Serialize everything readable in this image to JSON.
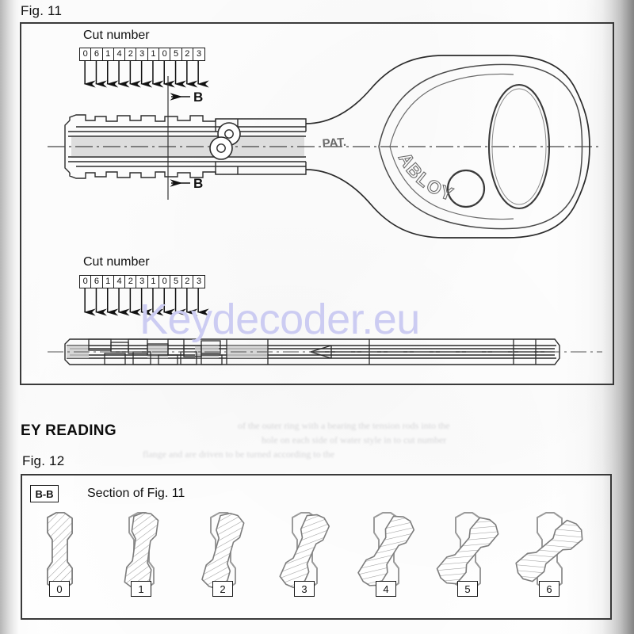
{
  "document": {
    "page_background": "#ffffff",
    "watermark_text": "Keydecoder.eu",
    "watermark_color": "#ccccf2",
    "ghost_text_line1": "of the outer ring with a bearing the tension rods into the",
    "ghost_text_line2": "hole on each side of water style in to cut number",
    "ghost_text_line3": "flange and are driven to be turned according to the"
  },
  "fig11": {
    "label": "Fig. 11",
    "cut_number_title_top": "Cut number",
    "cut_number_title_bottom": "Cut number",
    "cut_numbers": [
      "0",
      "6",
      "1",
      "4",
      "2",
      "3",
      "1",
      "0",
      "5",
      "2",
      "3"
    ],
    "section_line_label_top": "B",
    "section_line_label_bottom": "B",
    "key_bow_pat_text": "PAT.",
    "key_bow_brand_text": "ABLOY"
  },
  "key_reading": {
    "heading": "EY READING"
  },
  "fig12": {
    "label": "Fig. 12",
    "section_tag": "B-B",
    "caption": "Section of Fig. 11",
    "sections": [
      {
        "number": "0",
        "rotation_deg": 0
      },
      {
        "number": "1",
        "rotation_deg": 8
      },
      {
        "number": "2",
        "rotation_deg": 16
      },
      {
        "number": "3",
        "rotation_deg": 24
      },
      {
        "number": "4",
        "rotation_deg": 32
      },
      {
        "number": "5",
        "rotation_deg": 40
      },
      {
        "number": "6",
        "rotation_deg": 50
      }
    ]
  }
}
